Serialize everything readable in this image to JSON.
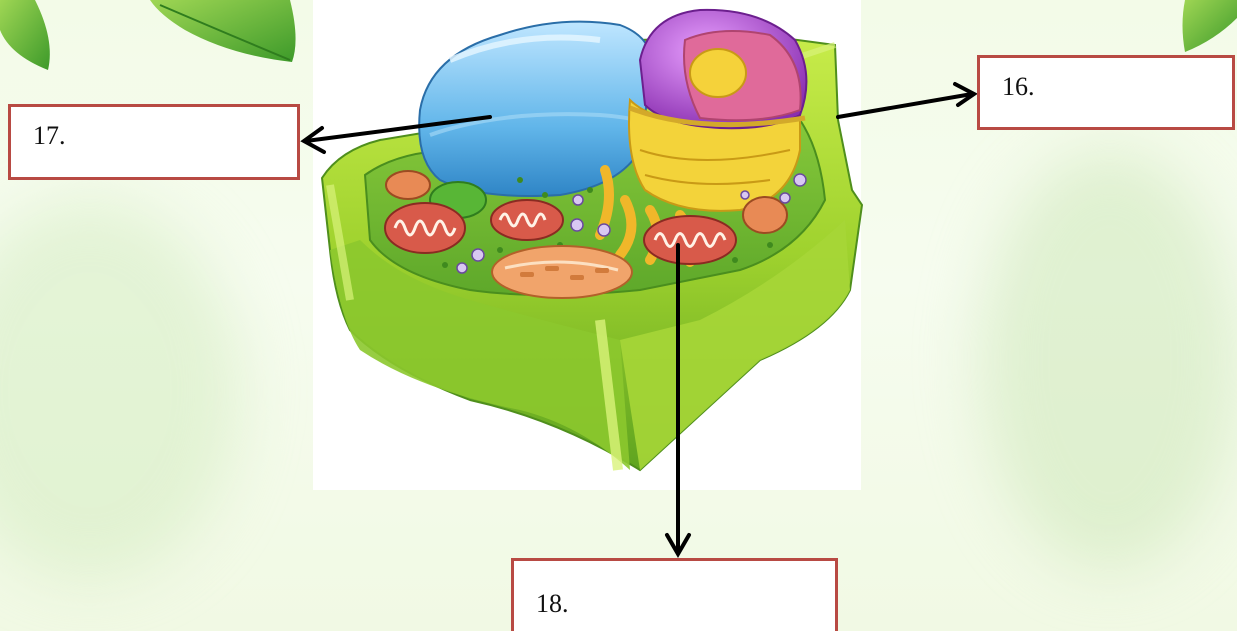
{
  "labels": {
    "box16": "16.",
    "box17": "17.",
    "box18": "18."
  }
}
